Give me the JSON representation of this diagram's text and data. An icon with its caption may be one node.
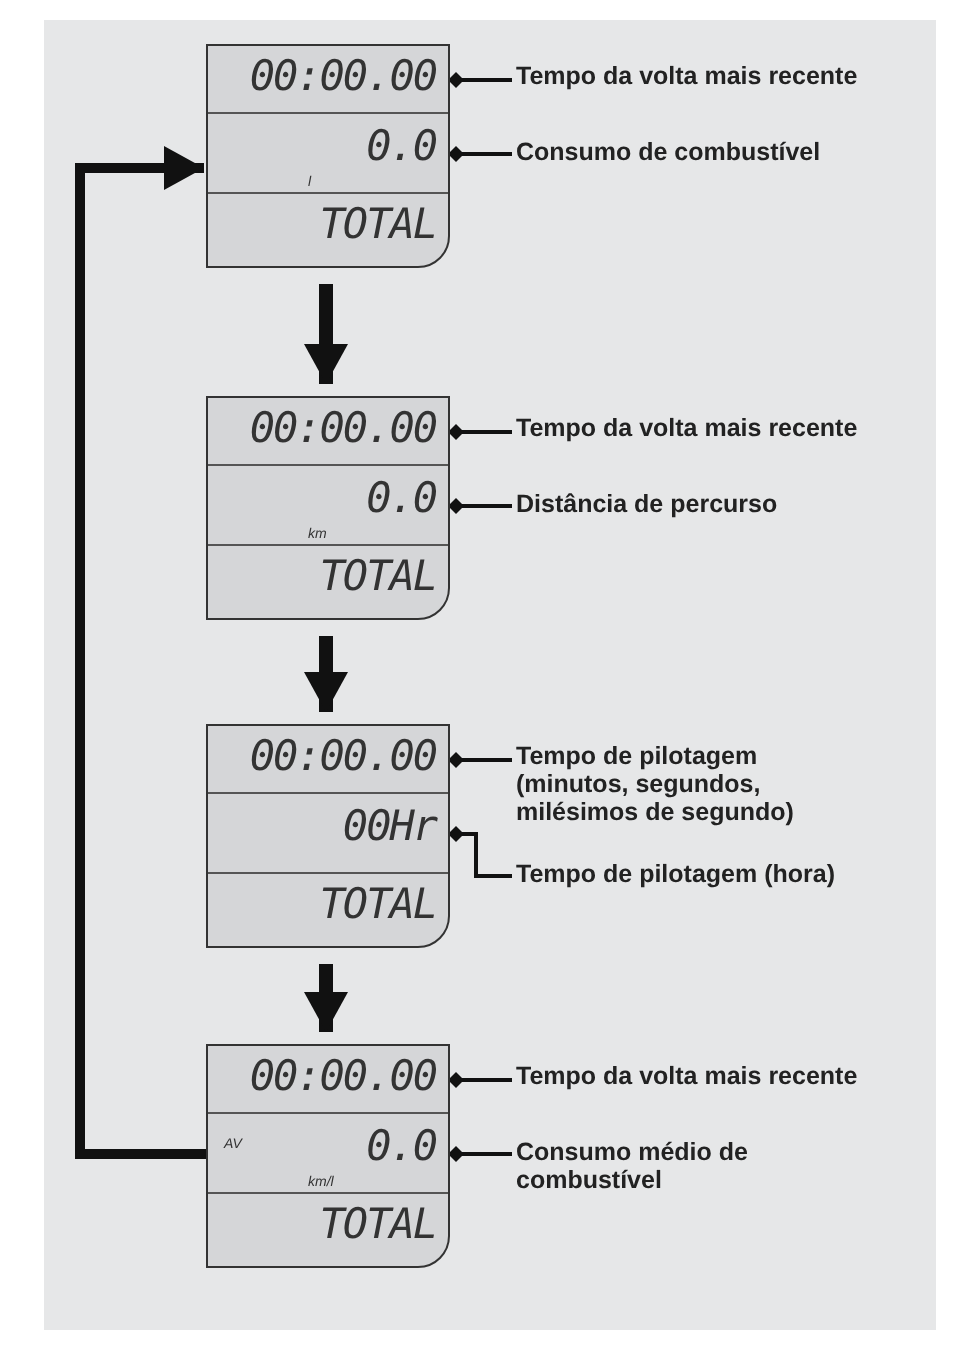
{
  "diagram": {
    "nodes": [
      {
        "text": [],
        "shape": "box"
      },
      {
        "text": [
          "00:00.00"
        ],
        "in": 0
      },
      {
        "text": [
          "0.0",
          "l"
        ],
        "in": 0
      },
      {
        "text": [
          "TOTAL"
        ],
        "in": 0
      },
      {
        "text": [
          "Tempo da volta mais recente"
        ]
      },
      {
        "text": [
          "Consumo de combustível"
        ]
      },
      {
        "text": [],
        "shape": "box"
      },
      {
        "text": [
          "00:00.00"
        ],
        "in": 6
      },
      {
        "text": [
          "0.0",
          "km"
        ],
        "in": 6
      },
      {
        "text": [
          "TOTAL"
        ],
        "in": 6
      },
      {
        "text": [
          "Tempo da volta mais recente"
        ]
      },
      {
        "text": [
          "Distância de percurso"
        ]
      },
      {
        "text": [],
        "shape": "box"
      },
      {
        "text": [
          "00:00.00"
        ],
        "in": 12
      },
      {
        "text": [
          "00Hr"
        ],
        "in": 12
      },
      {
        "text": [
          "TOTAL"
        ],
        "in": 12
      },
      {
        "text": [
          "Tempo de pilotagem (minutos, segundos, milésimos de segundo)"
        ]
      },
      {
        "text": [
          "Tempo de pilotagem (hora)"
        ]
      },
      {
        "text": [],
        "shape": "box"
      },
      {
        "text": [
          "00:00.00"
        ],
        "in": 18
      },
      {
        "text": [
          "AV",
          "0.0",
          "km/l"
        ],
        "in": 18
      },
      {
        "text": [
          "TOTAL"
        ],
        "in": 18
      },
      {
        "text": [
          "Tempo da volta mais recente"
        ]
      },
      {
        "text": [
          "Consumo médio de combustível"
        ]
      }
    ],
    "edges": [
      {
        "from": 0,
        "to": 6,
        "arrow": "to",
        "style": "thick"
      },
      {
        "from": 6,
        "to": 12,
        "arrow": "to",
        "style": "thick"
      },
      {
        "from": 12,
        "to": 18,
        "arrow": "to",
        "style": "thick"
      },
      {
        "from": 18,
        "to": 0,
        "arrow": "to",
        "style": "thick"
      },
      {
        "from": 4,
        "to": 1,
        "arrow": "other"
      },
      {
        "from": 5,
        "to": 2,
        "arrow": "other"
      },
      {
        "from": 10,
        "to": 7,
        "arrow": "other"
      },
      {
        "from": 11,
        "to": 8,
        "arrow": "other"
      },
      {
        "from": 16,
        "to": 13,
        "arrow": "other"
      },
      {
        "from": 17,
        "to": 14,
        "arrow": "other"
      },
      {
        "from": 22,
        "to": 19,
        "arrow": "other"
      },
      {
        "from": 23,
        "to": 20,
        "arrow": "other"
      }
    ]
  }
}
